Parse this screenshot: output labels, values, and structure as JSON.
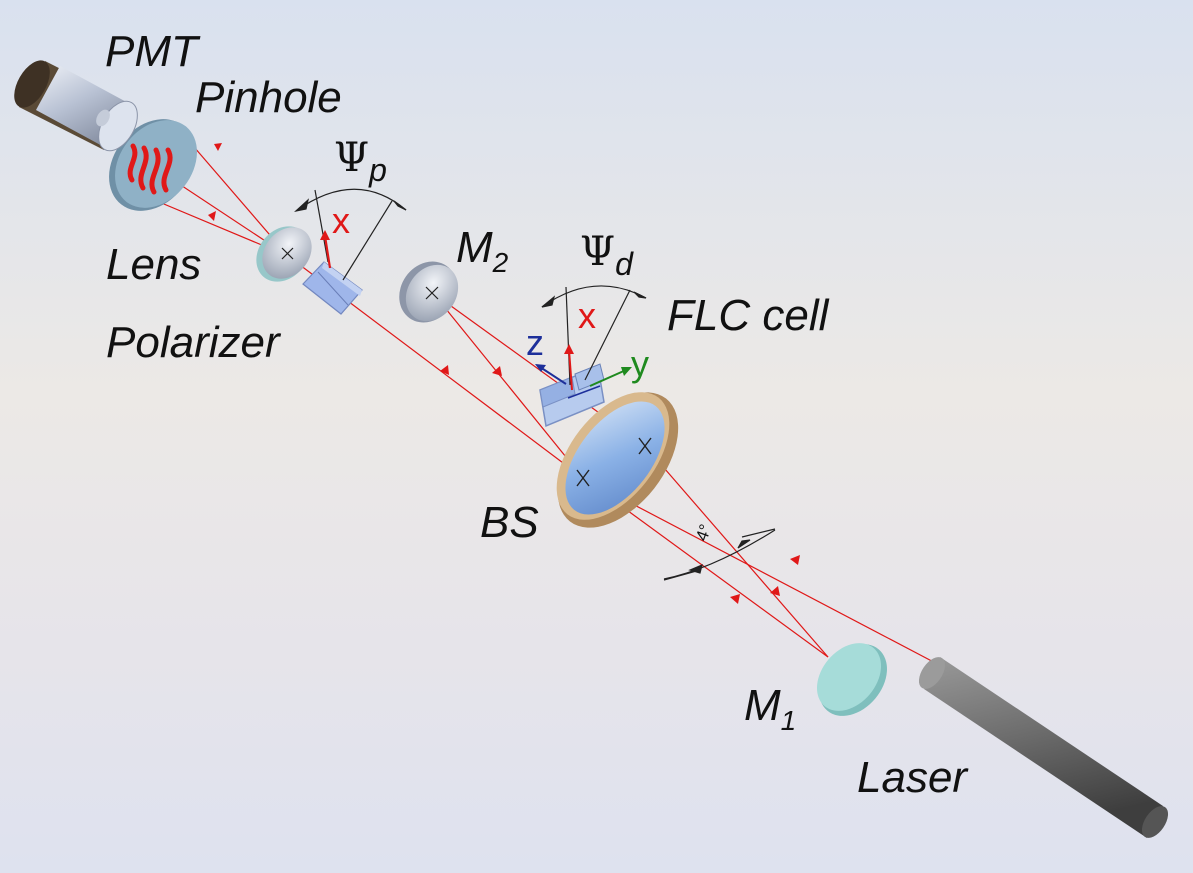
{
  "labels": {
    "pmt": "PMT",
    "pinhole": "Pinhole",
    "lens": "Lens",
    "polarizer": "Polarizer",
    "m2_base": "M",
    "m2_sub": "2",
    "flc": "FLC cell",
    "bs": "BS",
    "m1_base": "M",
    "m1_sub": "1",
    "laser": "Laser",
    "psi_p_symbol": "Ψ",
    "psi_p_sub": "p",
    "psi_d_symbol": "Ψ",
    "psi_d_sub": "d",
    "angle": "4°"
  },
  "axes": {
    "x_polarizer": "x",
    "x_flc": "x",
    "y_flc": "y",
    "z_flc": "z"
  },
  "colors": {
    "beam": "#e01818",
    "x_axis": "#e01818",
    "y_axis": "#1f8a1f",
    "z_axis": "#1d2f9a",
    "bs_rim": "#c9a77a",
    "optic_glass": "#a9c9e6",
    "mirror_m1": "#9fd3d0"
  }
}
